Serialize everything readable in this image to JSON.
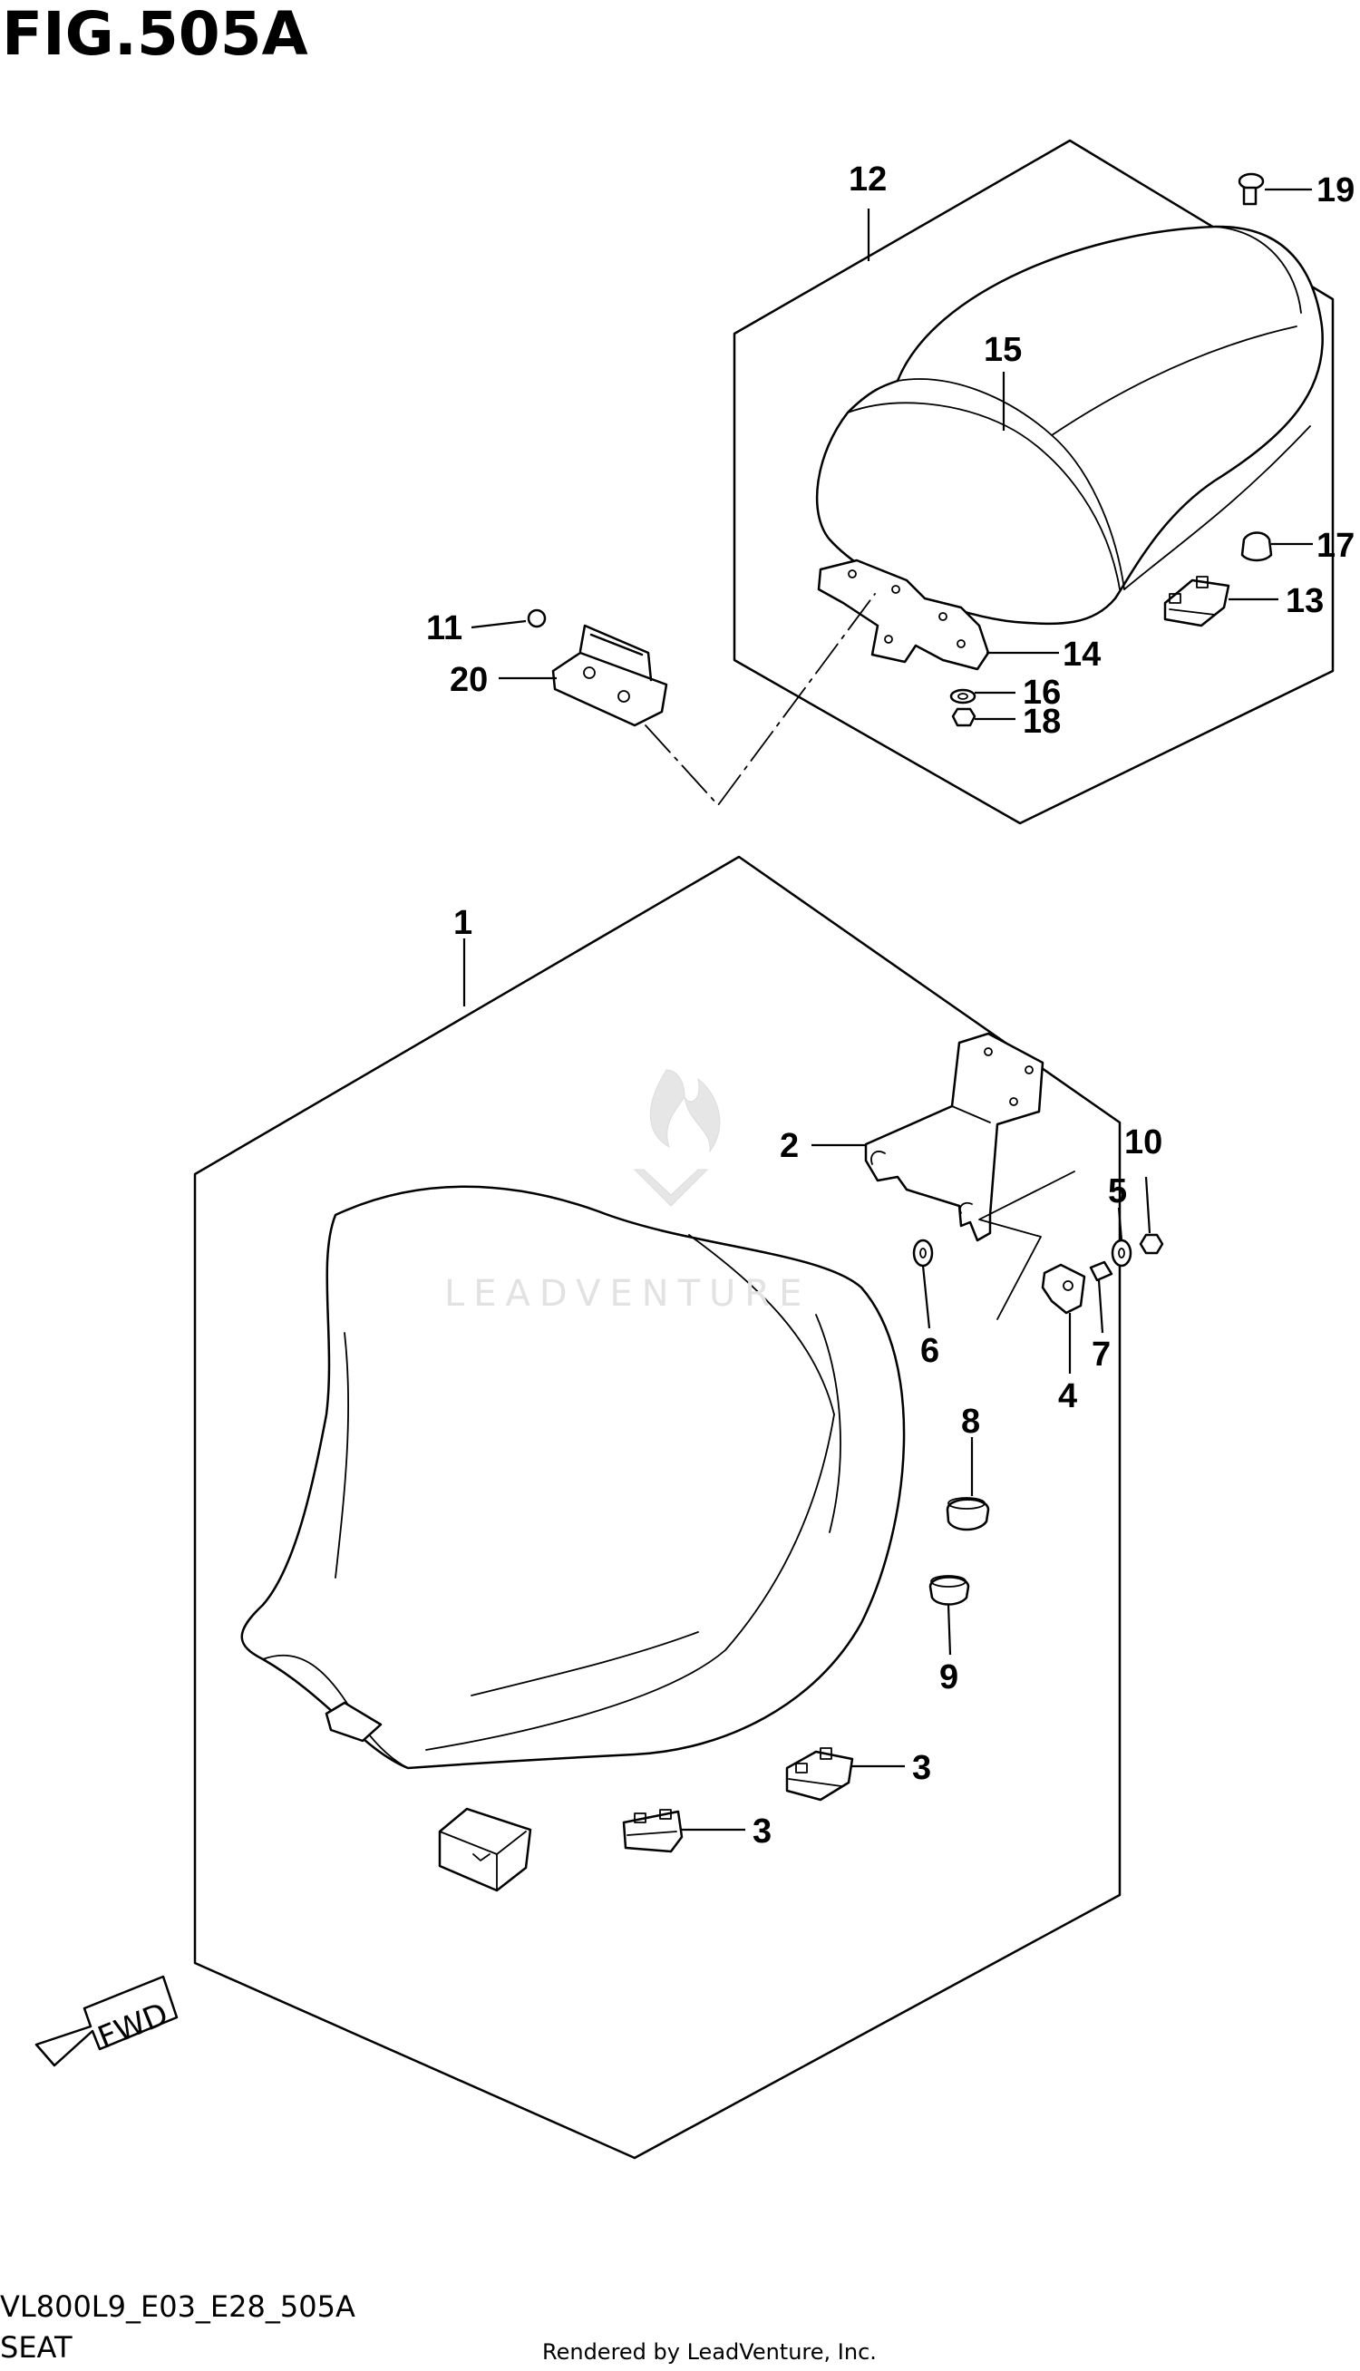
{
  "figure": {
    "title": "FIG.505A",
    "code": "VL800L9_E03_E28_505A",
    "name": "SEAT",
    "credit": "Rendered by LeadVenture, Inc."
  },
  "watermark": {
    "text": "LEADVENTURE"
  },
  "direction_arrow": {
    "label": "FWD"
  },
  "callouts": {
    "c1": "1",
    "c2": "2",
    "c3a": "3",
    "c3b": "3",
    "c4": "4",
    "c5": "5",
    "c6": "6",
    "c7": "7",
    "c8": "8",
    "c9": "9",
    "c10": "10",
    "c11": "11",
    "c12": "12",
    "c13": "13",
    "c14": "14",
    "c15": "15",
    "c16": "16",
    "c17": "17",
    "c18": "18",
    "c19": "19",
    "c20": "20"
  }
}
